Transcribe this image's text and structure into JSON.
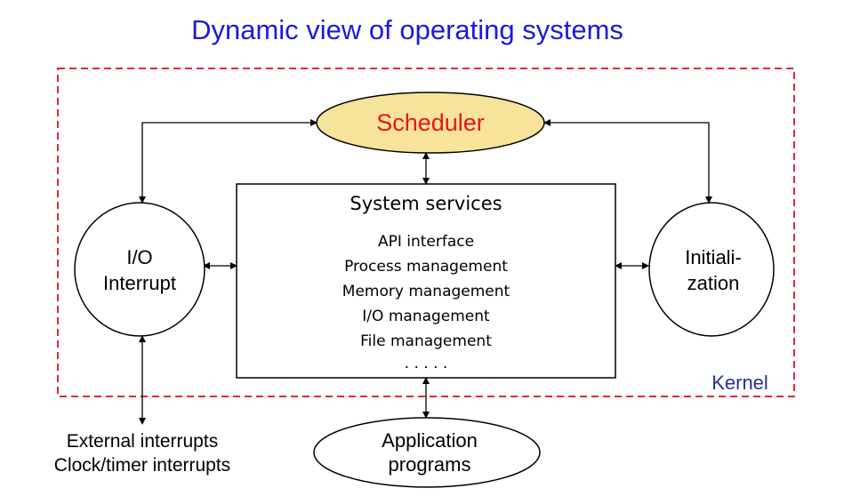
{
  "title": "Dynamic view of operating systems",
  "kernel_label": "Kernel",
  "scheduler": {
    "label": "Scheduler"
  },
  "io_interrupt": {
    "line1": "I/O",
    "line2": "Interrupt"
  },
  "initialization": {
    "line1": "Initiali-",
    "line2": "zation"
  },
  "system_services": {
    "title": "System services",
    "items": [
      "API interface",
      "Process management",
      "Memory management",
      "I/O management",
      "File management",
      ". . . . ."
    ]
  },
  "external": {
    "line1": "External interrupts",
    "line2": "Clock/timer interrupts"
  },
  "application": {
    "line1": "Application",
    "line2": "programs"
  },
  "colors": {
    "title": "#1a1adc",
    "kernel_border": "#e0283a",
    "kernel_label": "#2b2f8c",
    "scheduler_fill": "#f7e49a",
    "scheduler_text": "#e8141e",
    "line": "#000000"
  }
}
